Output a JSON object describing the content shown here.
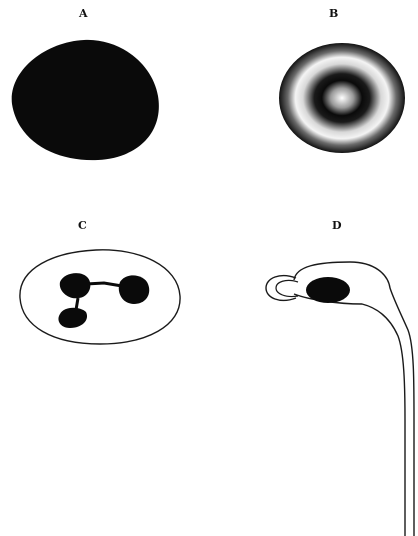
{
  "panels": {
    "a": {
      "label": "A"
    },
    "b": {
      "label": "B"
    },
    "c": {
      "label": "C"
    },
    "d": {
      "label": "D"
    }
  },
  "colors": {
    "background": "#ffffff",
    "ink": "#0a0a0a"
  },
  "icons": {
    "a": "solid-black-disc-icon",
    "b": "concentric-ring-cell-icon",
    "c": "multilobed-nucleus-cell-icon",
    "d": "tailed-cell-icon"
  }
}
